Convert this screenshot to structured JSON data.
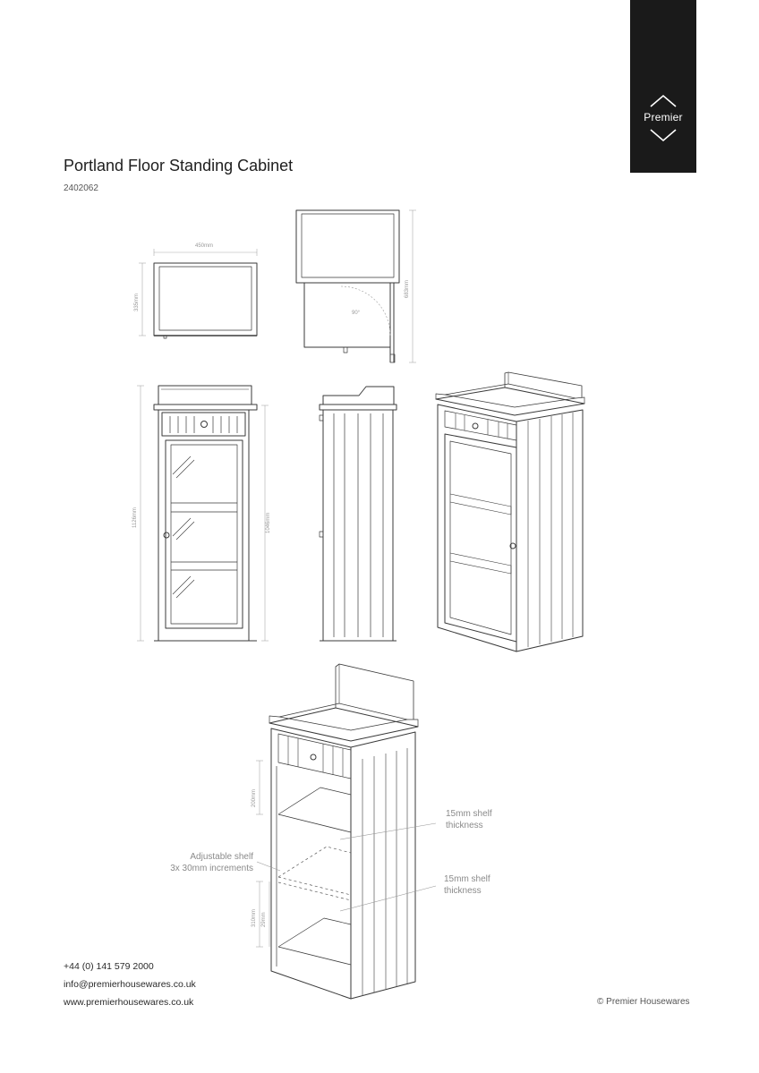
{
  "brand": {
    "name": "Premier"
  },
  "product": {
    "title": "Portland Floor Standing Cabinet",
    "code": "2402062"
  },
  "dimensions": {
    "width": "450mm",
    "depth": "335mm",
    "open_depth": "683mm",
    "door_angle": "90°",
    "height_total": "1126mm",
    "height_body": "1046mm",
    "top_gap": "200mm",
    "shelf_gap": "310mm",
    "increment_gap": "29mm"
  },
  "notes": {
    "shelf_thickness_top": [
      "15mm shelf",
      "thickness"
    ],
    "adjustable_shelf": [
      "Adjustable shelf",
      "3x 30mm increments"
    ],
    "shelf_thickness_bottom": [
      "15mm shelf",
      "thickness"
    ]
  },
  "contact": {
    "phone": "+44 (0) 141 579 2000",
    "email": "info@premierhousewares.co.uk",
    "website": "www.premierhousewares.co.uk"
  },
  "copyright": "© Premier Housewares"
}
